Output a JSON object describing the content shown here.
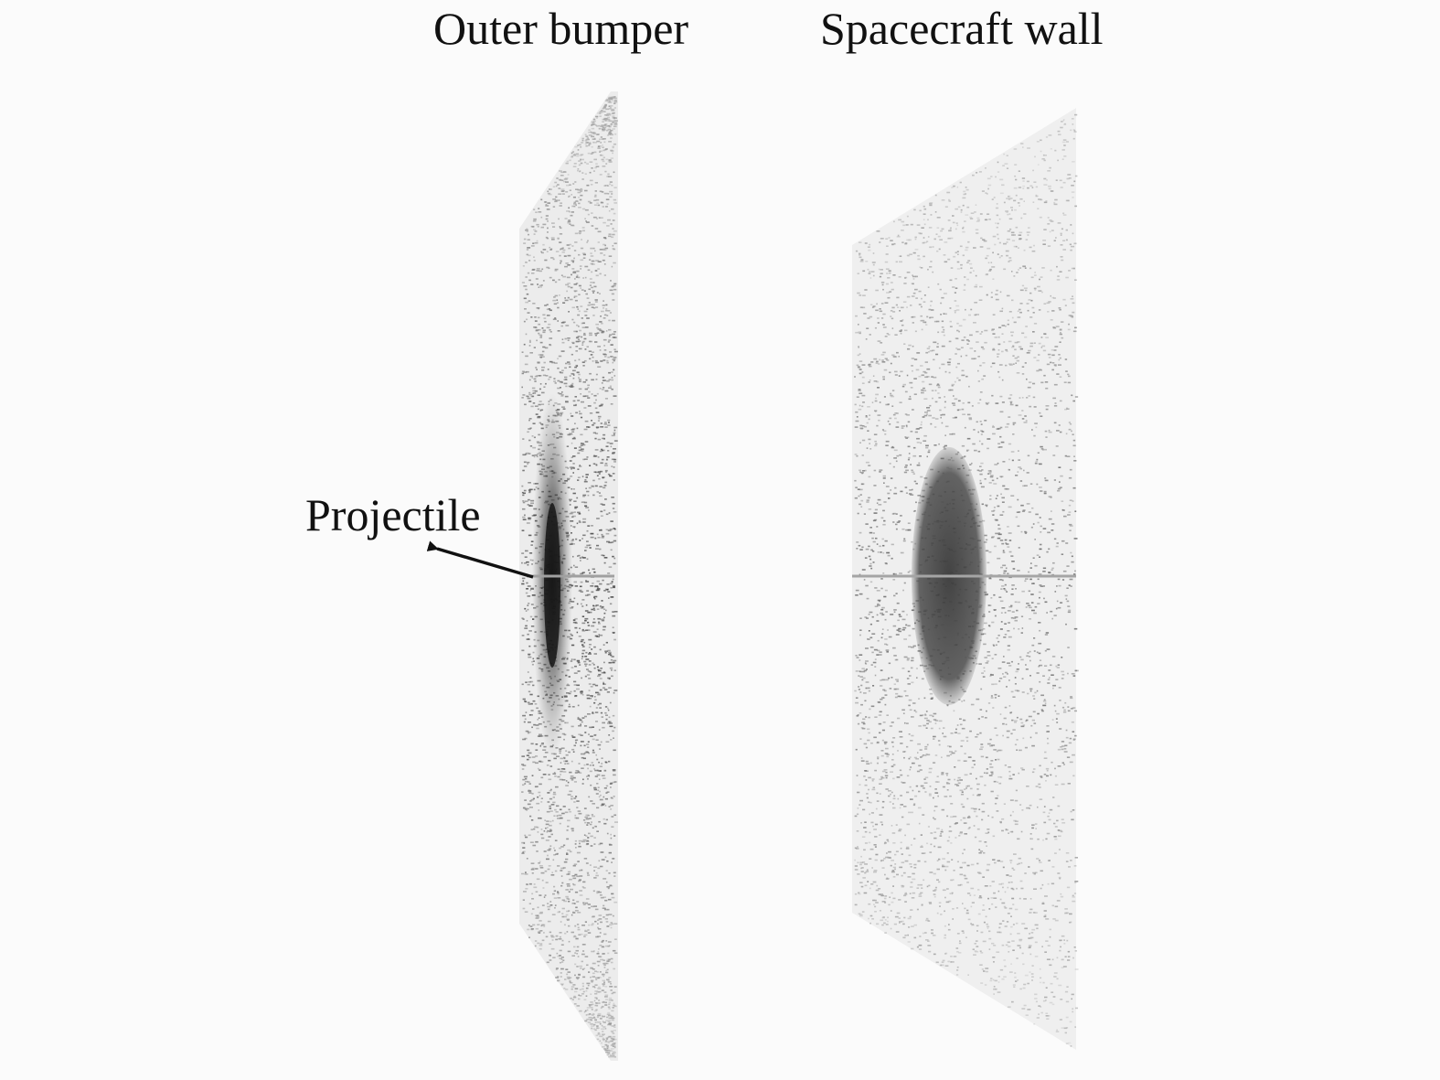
{
  "labels": {
    "outer_bumper": "Outer bumper",
    "spacecraft_wall": "Spacecraft wall",
    "projectile": "Projectile"
  },
  "colors": {
    "background": "#fbfbfb",
    "particle_dark": "#1e1e1e",
    "particle_light": "#6a6a6a",
    "text": "#111111"
  }
}
